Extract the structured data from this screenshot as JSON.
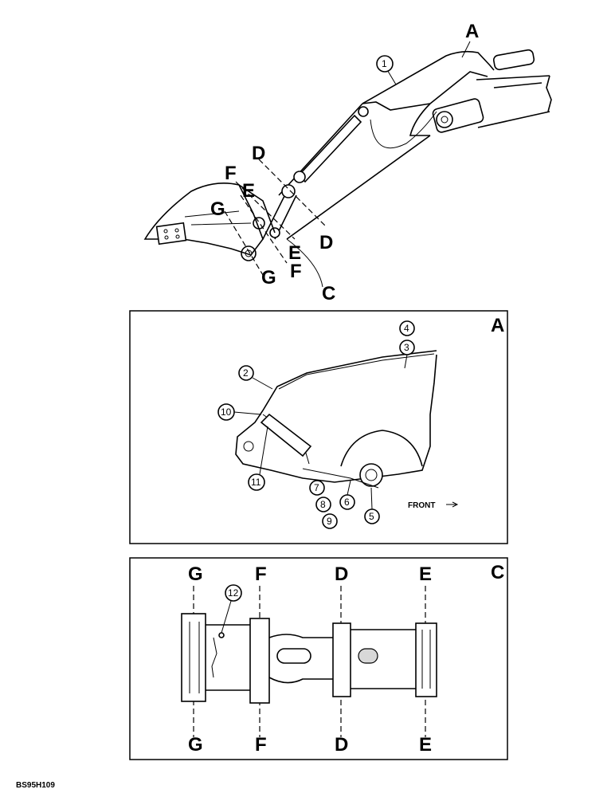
{
  "overview": {
    "labels": {
      "a": "A",
      "c": "C",
      "d_top": "D",
      "d_bottom": "D",
      "e_top": "E",
      "e_bottom": "E",
      "f_top": "F",
      "f_bottom": "F",
      "g_top": "G",
      "g_bottom": "G"
    },
    "callouts": {
      "c1": "1"
    }
  },
  "detail_a": {
    "title": "A",
    "front_label": "FRONT",
    "callouts": {
      "c2": "2",
      "c3": "3",
      "c4": "4",
      "c5": "5",
      "c6": "6",
      "c7": "7",
      "c8": "8",
      "c9": "9",
      "c10": "10",
      "c11": "11"
    }
  },
  "detail_c": {
    "title": "C",
    "section_top": {
      "g": "G",
      "f": "F",
      "d": "D",
      "e": "E"
    },
    "section_bottom": {
      "g": "G",
      "f": "F",
      "d": "D",
      "e": "E"
    },
    "callouts": {
      "c12": "12"
    }
  },
  "footer": {
    "figure_code": "BS95H109"
  }
}
